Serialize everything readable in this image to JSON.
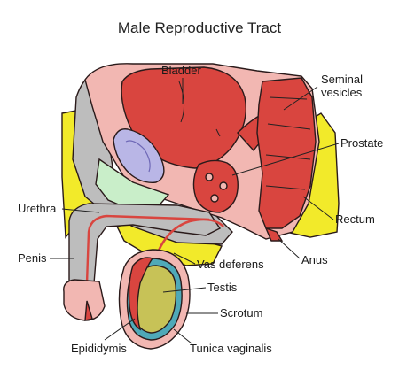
{
  "title": "Male Reproductive Tract",
  "labels": {
    "bladder": "Bladder",
    "seminal_vesicles_1": "Seminal",
    "seminal_vesicles_2": "vesicles",
    "prostate": "Prostate",
    "urethra": "Urethra",
    "rectum": "Rectum",
    "penis": "Penis",
    "anus": "Anus",
    "vas_deferens": "Vas deferens",
    "testis": "Testis",
    "scrotum": "Scrotum",
    "epididymis": "Epididymis",
    "tunica_vaginalis": "Tunica vaginalis"
  },
  "colors": {
    "organ_red": "#d9453f",
    "pink_tissue": "#f2b7b2",
    "fat_yellow": "#f2ea2a",
    "bone_blue": "#b9b6e6",
    "gray_tissue": "#b8b8b8",
    "green_tissue": "#c9eec9",
    "testis_olive": "#c7c257",
    "tunica_teal": "#4fa9b8"
  }
}
